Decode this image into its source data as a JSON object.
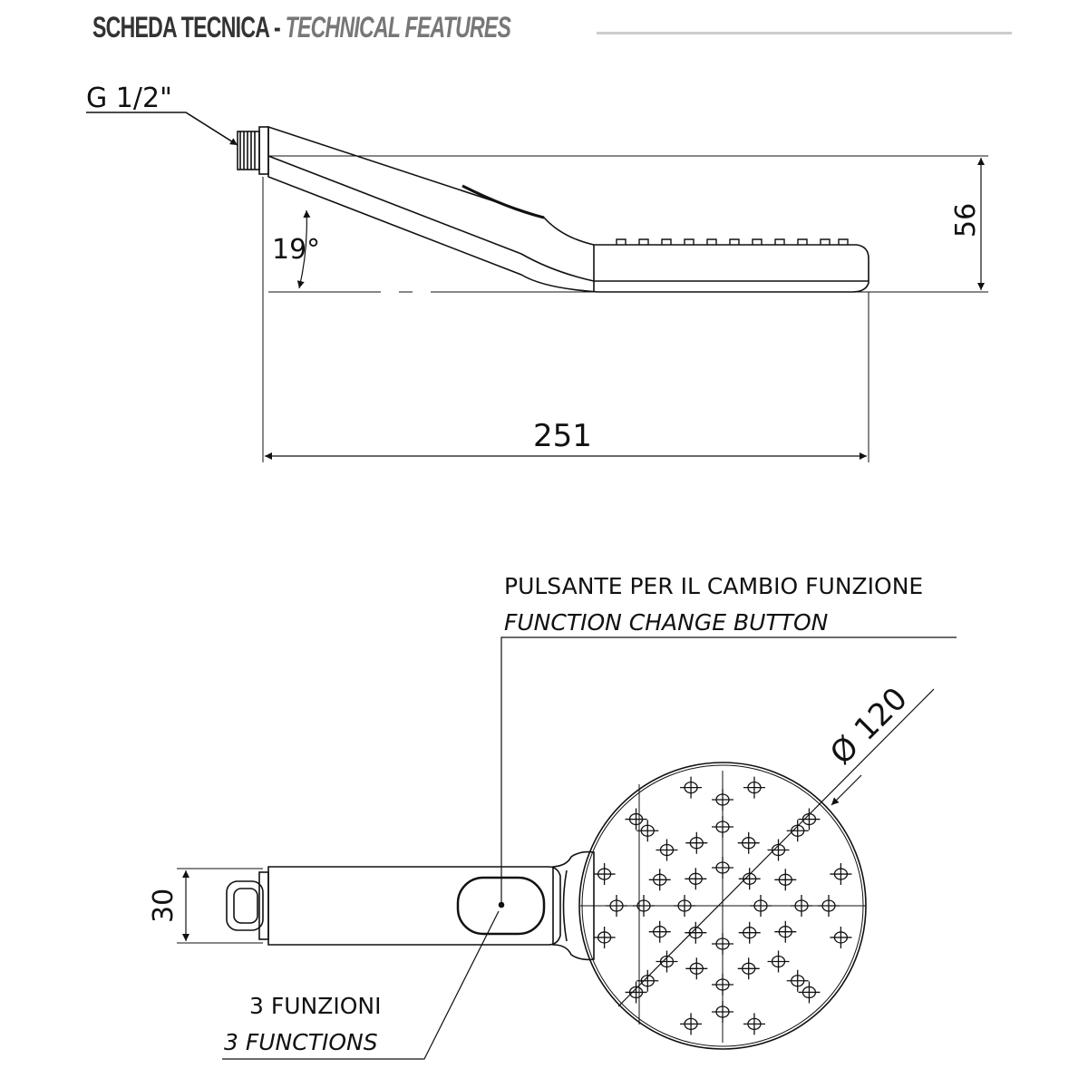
{
  "header": {
    "title_it": "SCHEDA TECNICA",
    "separator": "-",
    "title_en": "TECHNICAL FEATURES"
  },
  "side_view": {
    "thread_label": "G 1/2\"",
    "angle_label": "19°",
    "height_label": "56",
    "length_label": "251"
  },
  "front_view": {
    "button_label_it": "PULSANTE PER IL CAMBIO FUNZIONE",
    "button_label_en": "FUNCTION CHANGE BUTTON",
    "diameter_label": "Ø 120",
    "width_label": "30",
    "functions_it": "3 FUNZIONI",
    "functions_en": "3 FUNCTIONS"
  }
}
